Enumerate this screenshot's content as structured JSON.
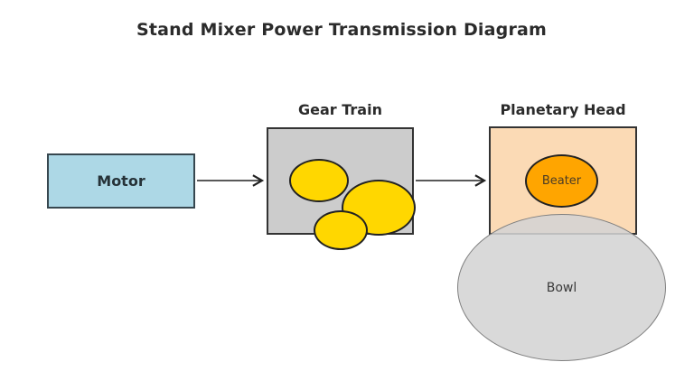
{
  "title": "Stand Mixer Power Transmission Diagram",
  "nodes": {
    "motor": {
      "label": "Motor"
    },
    "gear_train": {
      "label": "Gear Train"
    },
    "planetary_head": {
      "label": "Planetary Head"
    },
    "beater": {
      "label": "Beater"
    },
    "bowl": {
      "label": "Bowl"
    }
  },
  "flow": [
    {
      "from": "Motor",
      "to": "Gear Train"
    },
    {
      "from": "Gear Train",
      "to": "Planetary Head"
    }
  ],
  "colors": {
    "motor_fill": "#add8e6",
    "gear_box_fill": "#cccccc",
    "gear_fill": "#ffd700",
    "planetary_fill": "#fbdab5",
    "beater_fill": "#ffa500",
    "bowl_fill": "rgba(211,211,211,0.87)",
    "arrow": "#222222",
    "box_border": "#333333",
    "text": "#2b2b2b"
  }
}
